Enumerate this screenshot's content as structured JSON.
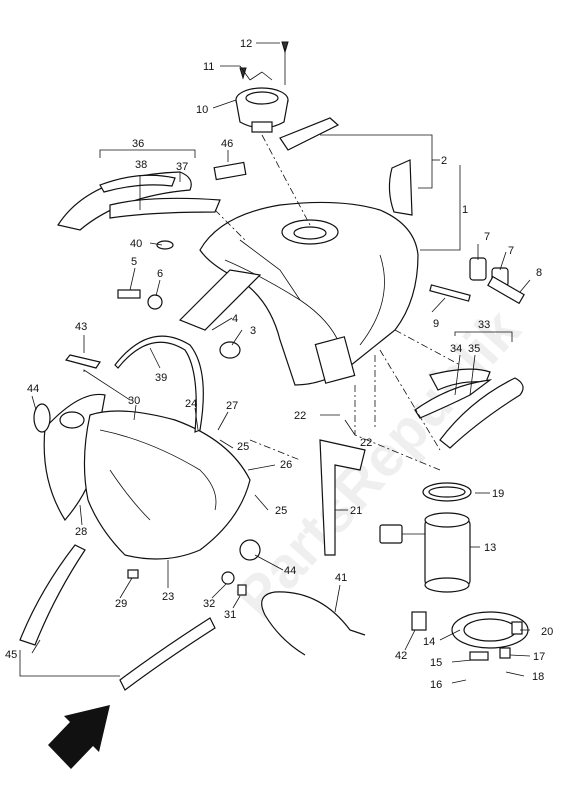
{
  "watermark": "PartsRepublik",
  "callouts": [
    "1",
    "2",
    "3",
    "4",
    "5",
    "6",
    "7",
    "7",
    "8",
    "9",
    "10",
    "11",
    "12",
    "13",
    "14",
    "15",
    "16",
    "17",
    "18",
    "19",
    "20",
    "21",
    "22",
    "22",
    "23",
    "24",
    "25",
    "25",
    "26",
    "27",
    "28",
    "29",
    "30",
    "31",
    "32",
    "33",
    "34",
    "35",
    "36",
    "37",
    "38",
    "39",
    "40",
    "41",
    "42",
    "43",
    "44",
    "44",
    "45",
    "46"
  ]
}
